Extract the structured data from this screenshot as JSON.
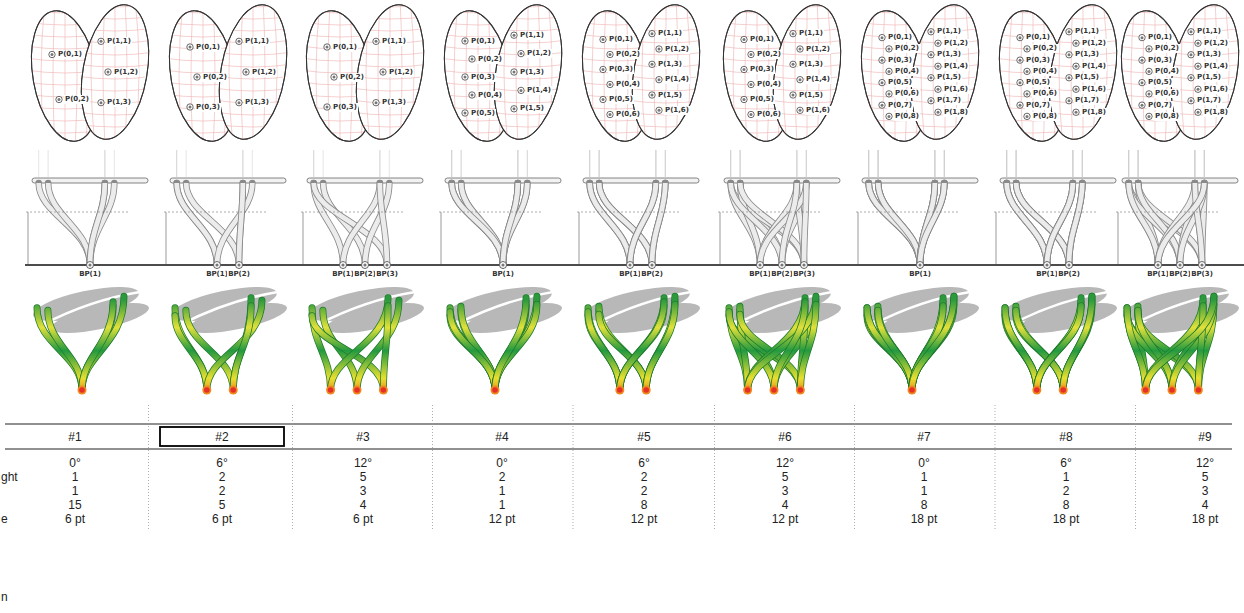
{
  "diagram": {
    "labels": [
      "P(0,1)",
      "P(0,2)",
      "P(1,1)",
      "P(1,2)",
      "P(1,3)",
      "BP(1)",
      "P(0,1)",
      "P(0,2)",
      "P(0,3)",
      "P(1,1)",
      "P(1,2)",
      "P(1,3)",
      "BP(1)",
      "BP(2)",
      "P(0,1)",
      "P(0,2)",
      "P(0,3)",
      "P(1,1)",
      "P(1,2)",
      "P(1,3)",
      "BP(1)",
      "BP(2)",
      "BP(3)",
      "P(0,1)",
      "P(0,2)",
      "P(0,3)",
      "P(0,4)",
      "P(0,5)",
      "P(1,1)",
      "P(1,2)",
      "P(1,3)",
      "P(1,4)",
      "P(1,5)",
      "BP(1)",
      "P(0,1)",
      "P(0,2)",
      "P(0,3)",
      "P(0,4)",
      "P(0,5)",
      "P(0,6)",
      "P(1,1)",
      "P(1,2)",
      "P(1,3)",
      "P(1,4)",
      "P(1,5)",
      "P(1,6)",
      "BP(1)",
      "BP(2)",
      "P(0,1)",
      "P(0,2)",
      "P(0,3)",
      "P(0,4)",
      "P(0,5)",
      "P(0,6)",
      "P(1,1)",
      "P(1,2)",
      "P(1,3)",
      "P(1,4)",
      "P(1,5)",
      "P(1,6)",
      "BP(1)",
      "BP(2)",
      "BP(3)",
      "P(0,1)",
      "P(0,2)",
      "P(0,3)",
      "P(0,4)",
      "P(0,5)",
      "P(0,6)",
      "P(0,7)",
      "P(0,8)",
      "P(1,1)",
      "P(1,2)",
      "P(1,3)",
      "P(1,4)",
      "P(1,5)",
      "P(1,6)",
      "P(1,7)",
      "P(1,8)",
      "BP(1)",
      "P(0,1)",
      "P(0,2)",
      "P(0,3)",
      "P(0,4)",
      "P(0,5)",
      "P(0,6)",
      "P(0,7)",
      "P(0,8)",
      "P(1,1)",
      "P(1,2)",
      "P(1,3)",
      "P(1,4)",
      "P(1,5)",
      "P(1,6)",
      "P(1,7)",
      "P(1,8)",
      "BP(1)",
      "BP(2)",
      "P(0,1)",
      "P(0,2)",
      "P(0,3)",
      "P(0,4)",
      "P(0,5)",
      "P(0,6)",
      "P(0,7)",
      "P(0,8)",
      "P(1,1)",
      "P(1,2)",
      "P(1,3)",
      "P(1,4)",
      "P(1,5)",
      "P(1,6)",
      "P(1,7)",
      "P(1,8)",
      "BP(1)",
      "BP(2)",
      "BP(3)",
      "#1",
      "#2",
      "#3",
      "#4",
      "#5",
      "#6",
      "#7",
      "#8",
      "#9",
      "0°",
      "6°",
      "12°",
      "0°",
      "6°",
      "12°",
      "0°",
      "6°",
      "12°",
      "1",
      "2",
      "5",
      "2",
      "2",
      "5",
      "1",
      "1",
      "5",
      "1",
      "2",
      "3",
      "1",
      "2",
      "3",
      "1",
      "2",
      "3",
      "15",
      "5",
      "4",
      "1",
      "8",
      "4",
      "8",
      "8",
      "4",
      "6 pt",
      "6 pt",
      "6 pt",
      "12 pt",
      "12 pt",
      "12 pt",
      "18 pt",
      "18 pt",
      "18 pt",
      "ght",
      "e",
      "n"
    ]
  }
}
